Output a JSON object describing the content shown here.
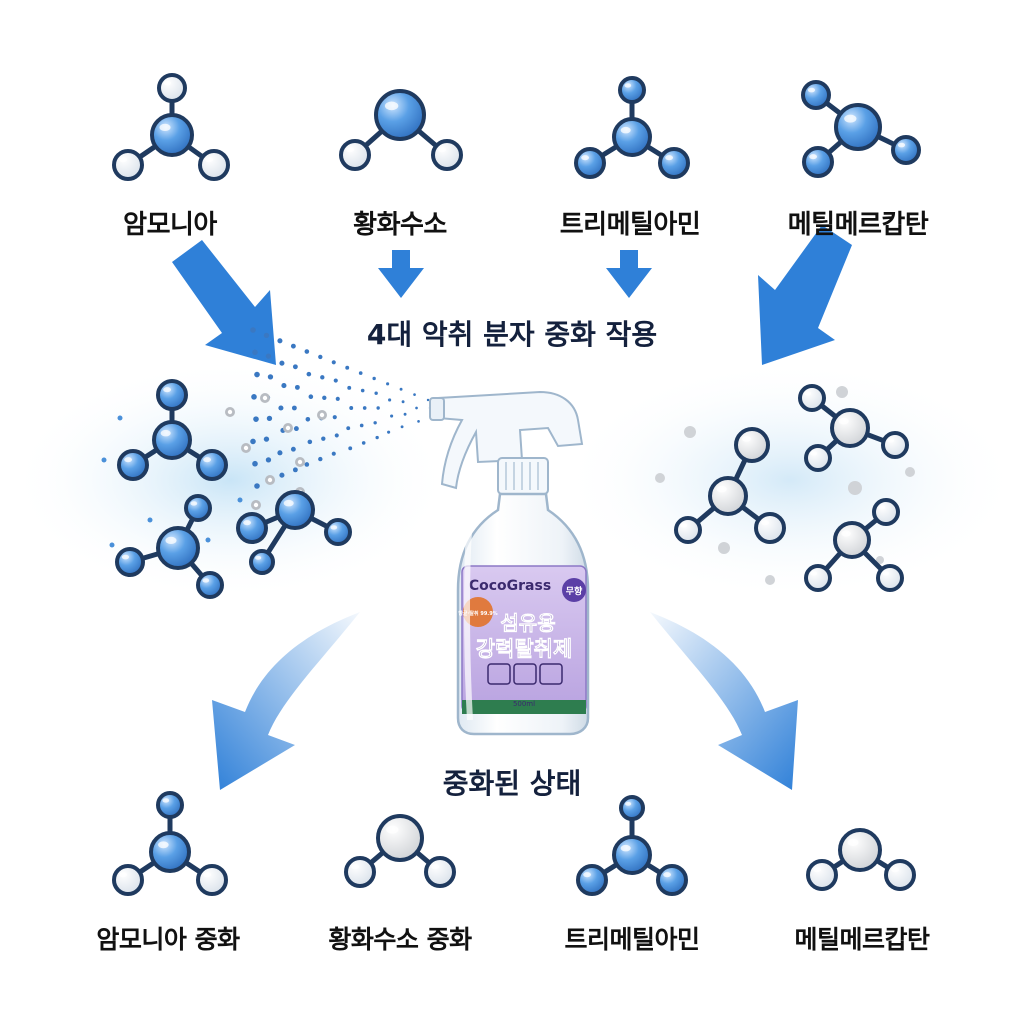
{
  "top_molecules": [
    "암모니아",
    "황화수소",
    "트리메틸아민",
    "메틸메르캅탄"
  ],
  "process_title": "4대 악취 분자 중화 작용",
  "result_title": "중화된 상태",
  "bottom_molecules": [
    "암모니아 중화",
    "황화수소 중화",
    "트리메틸아민",
    "메틸메르캅탄"
  ],
  "product": {
    "brand": "CocoGrass",
    "name_line1": "섬유용",
    "name_line2": "강력탈취제",
    "badge": "무향",
    "sticker": "항균·탈취 99.9%",
    "volume": "500ml"
  },
  "colors": {
    "arrow": "#2f80d8",
    "atom_blue": "#4a90d9",
    "atom_light": "#e8edf3",
    "atom_gray": "#e2e4e7",
    "outline": "#1f3a5f",
    "title": "#14213d"
  }
}
